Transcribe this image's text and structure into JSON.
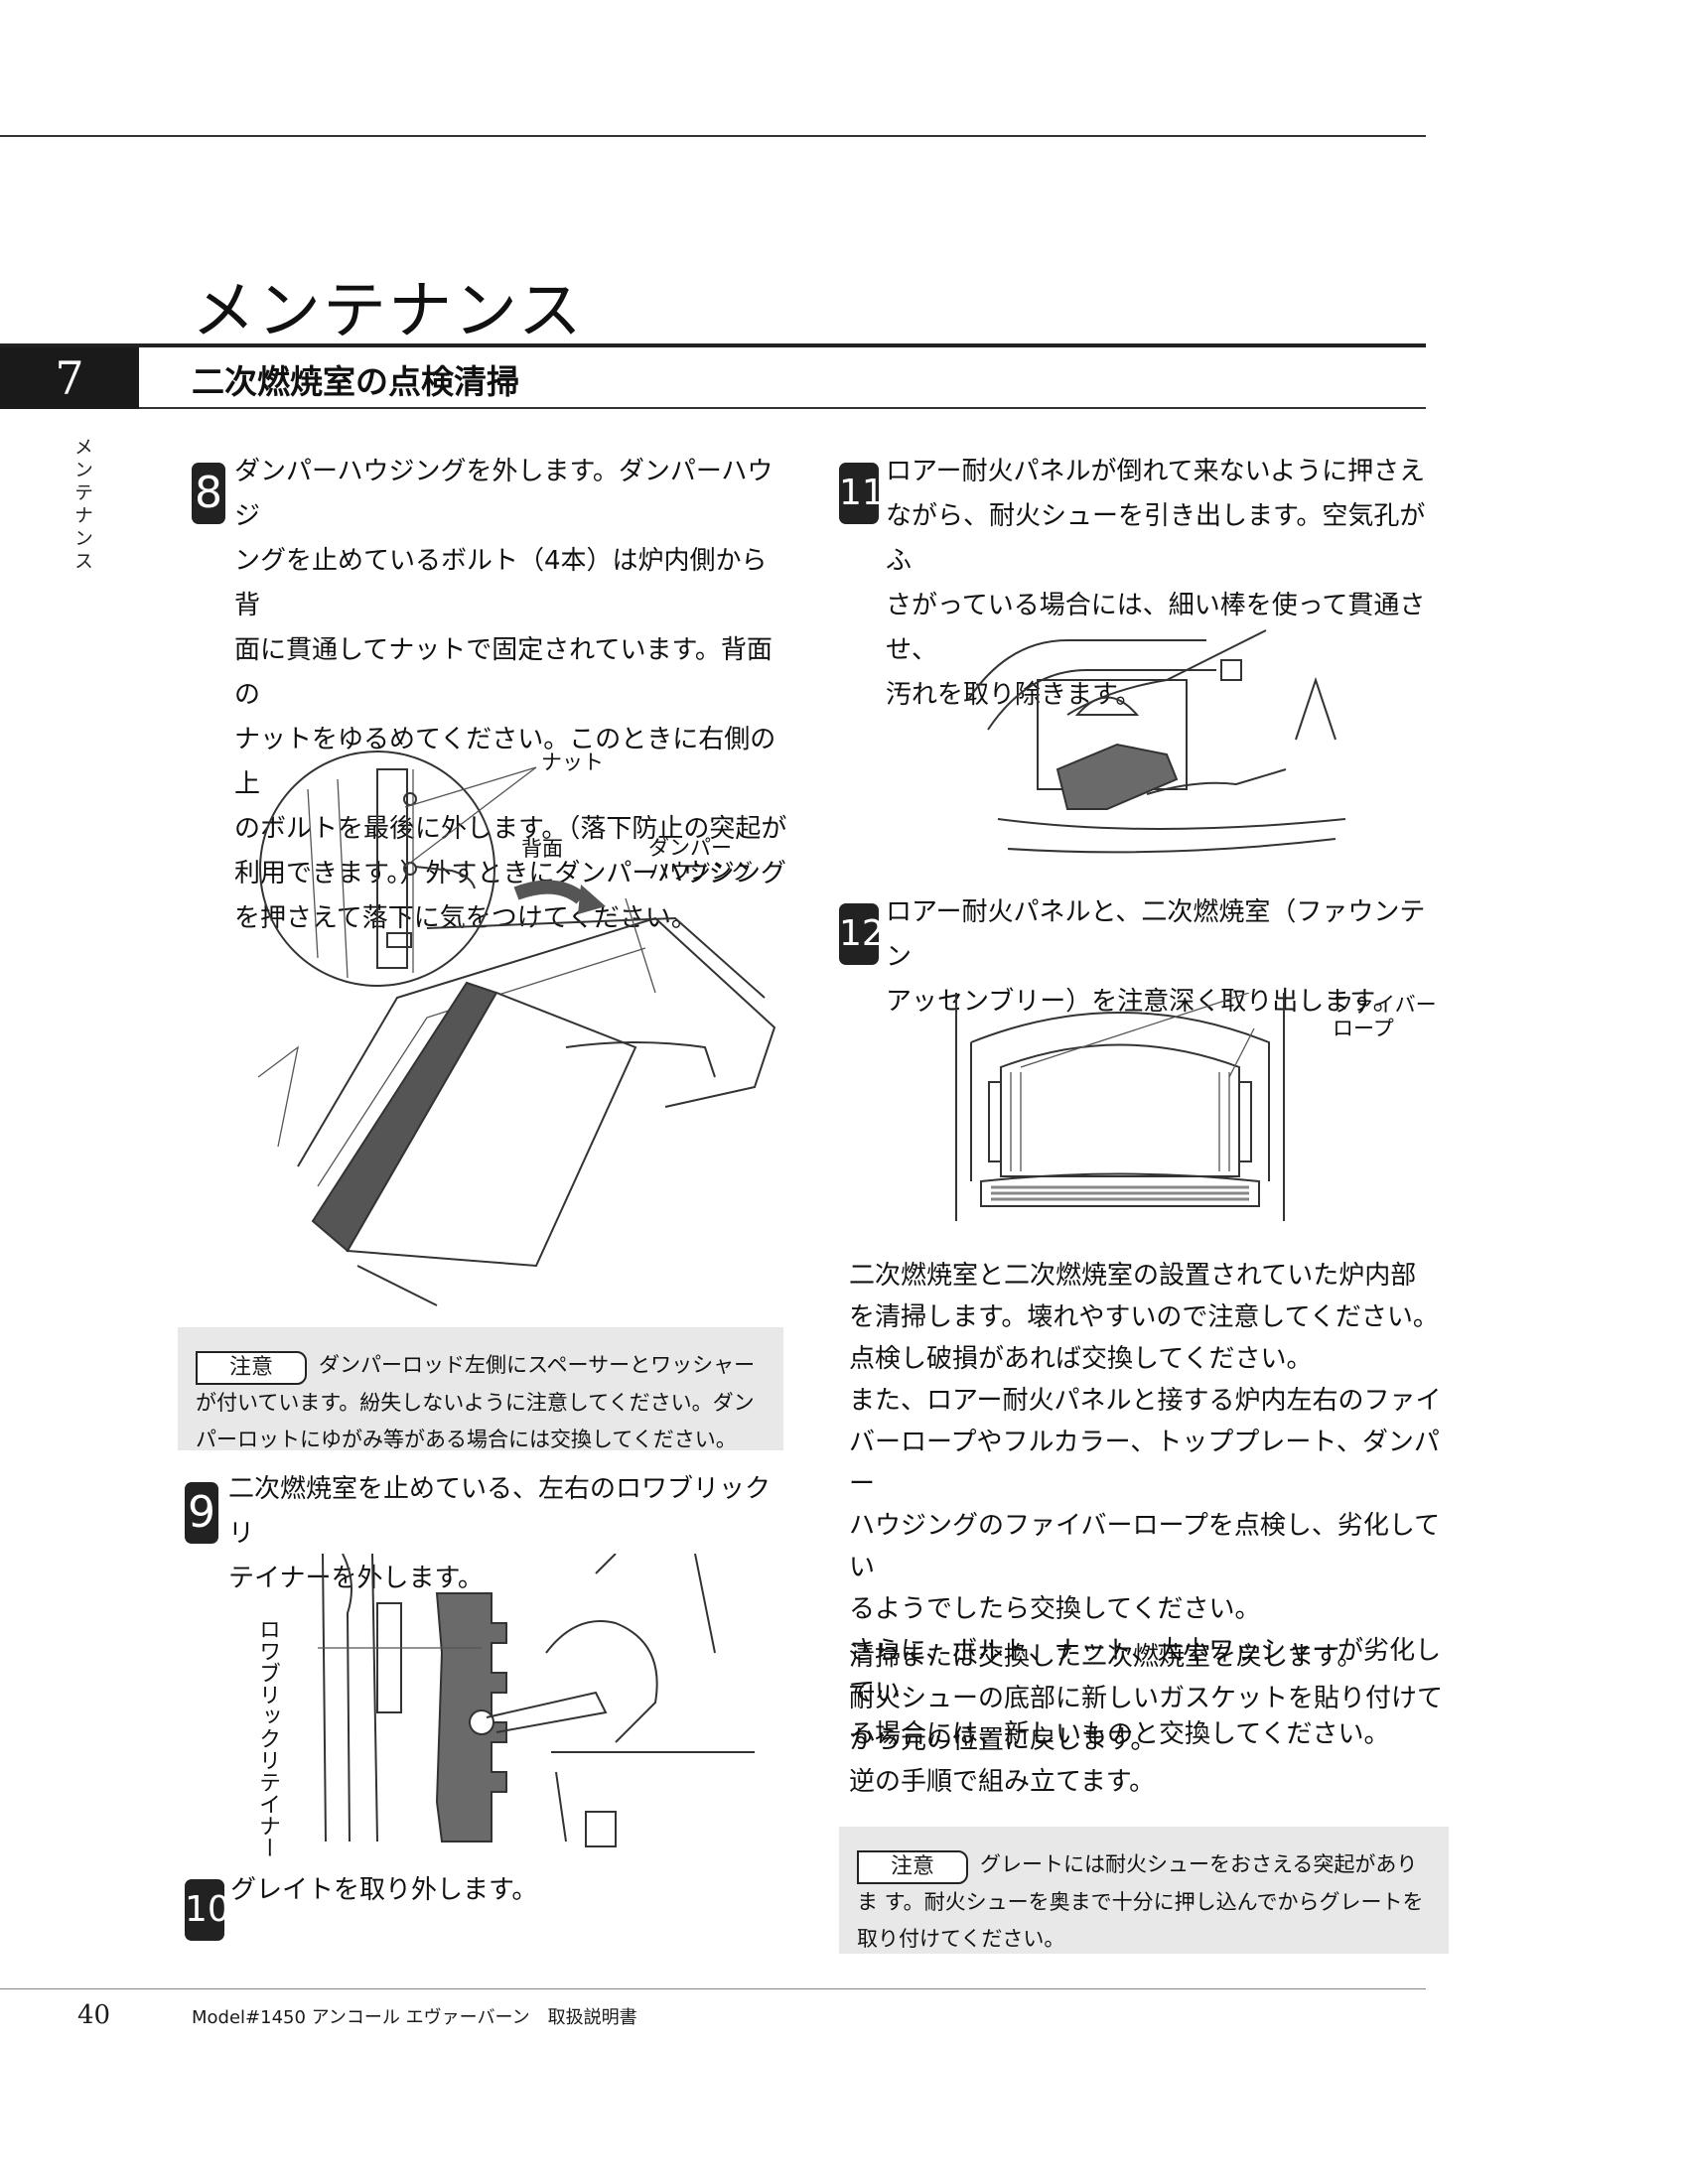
{
  "chapter": {
    "title": "メンテナンス",
    "number": "7",
    "side_label": "メンテナンス"
  },
  "section": {
    "title": "二次燃焼室の点検清掃"
  },
  "steps": {
    "s8": {
      "number": "8",
      "lines": [
        "ダンパーハウジングを外します。ダンパーハウジ",
        "ングを止めているボルト（4本）は炉内側から背",
        "面に貫通してナットで固定されています。背面の",
        "ナットをゆるめてください。このときに右側の上",
        "のボルトを最後に外します。（落下防止の突起が",
        "利用できます。）外すときにダンパーハウジング",
        "を押さえて落下に気をつけてください。"
      ]
    },
    "s9": {
      "number": "9",
      "lines": [
        "二次燃焼室を止めている、左右のロワブリックリ",
        "テイナーを外します。"
      ]
    },
    "s10": {
      "number": "10",
      "lines": [
        "グレイトを取り外します。"
      ]
    },
    "s11": {
      "number": "11",
      "lines": [
        "ロアー耐火パネルが倒れて来ないように押さえ",
        "ながら、耐火シューを引き出します。空気孔がふ",
        "さがっている場合には、細い棒を使って貫通させ、",
        "汚れを取り除きます。"
      ]
    },
    "s12": {
      "number": "12",
      "lines": [
        "ロアー耐火パネルと、二次燃焼室（ファウンテン",
        "アッセンブリー）を注意深く取り出します。"
      ]
    }
  },
  "figure8": {
    "label_nut": "ナット",
    "label_back": "背面",
    "label_damper_1": "ダンパー",
    "label_damper_2": "ハウジング"
  },
  "figure9": {
    "label_retainer": "ロワブリックリテイナー"
  },
  "figure12": {
    "label_fiber_1": "ファイバー",
    "label_fiber_2": "ロープ"
  },
  "caution1": {
    "label": "注意",
    "text": "ダンパーロッド左側にスペーサーとワッシャーが付いています。紛失しないように注意してください。ダンパーロットにゆがみ等がある場合には交換してください。"
  },
  "right_paragraphs": {
    "p1": [
      "二次燃焼室と二次燃焼室の設置されていた炉内部",
      "を清掃します。壊れやすいので注意してください。",
      "点検し破損があれば交換してください。",
      "また、ロアー耐火パネルと接する炉内左右のファイ",
      "バーロープやフルカラー、トッププレート、ダンパー",
      "ハウジングのファイバーロープを点検し、劣化してい",
      "るようでしたら交換してください。",
      "さらに、ボルト、ナット、大小ワッシャーが劣化してい",
      "る場合には、新しいものと交換してください。"
    ],
    "p2": [
      "清掃または交換した二次燃焼室を戻します。",
      "耐火シューの底部に新しいガスケットを貼り付けて",
      "から元の位置に戻します。",
      "逆の手順で組み立てます。"
    ]
  },
  "caution2": {
    "label": "注意",
    "text": "グレートには耐火シューをおさえる突起がありま す。耐火シューを奥まで十分に押し込んでからグレートを取り付けてください。"
  },
  "footer": {
    "page": "40",
    "text": "Model#1450 アンコール エヴァーバーン　取扱説明書"
  }
}
